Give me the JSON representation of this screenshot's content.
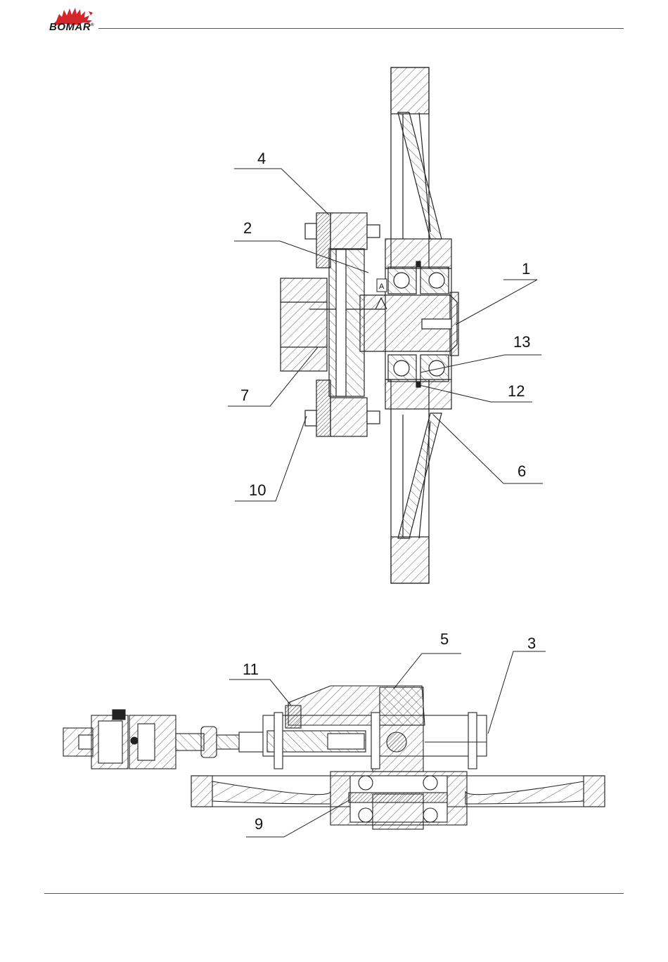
{
  "header": {
    "brand": "BOMAR",
    "brand_mark": "®",
    "logo_icon": "dinosaur-logo-icon",
    "brand_color": "#d4252b"
  },
  "drawing_top": {
    "section_marker": "A",
    "callouts": [
      "4",
      "2",
      "1",
      "13",
      "12",
      "7",
      "6",
      "10"
    ]
  },
  "drawing_bottom": {
    "callouts": [
      "5",
      "3",
      "11",
      "9"
    ]
  }
}
